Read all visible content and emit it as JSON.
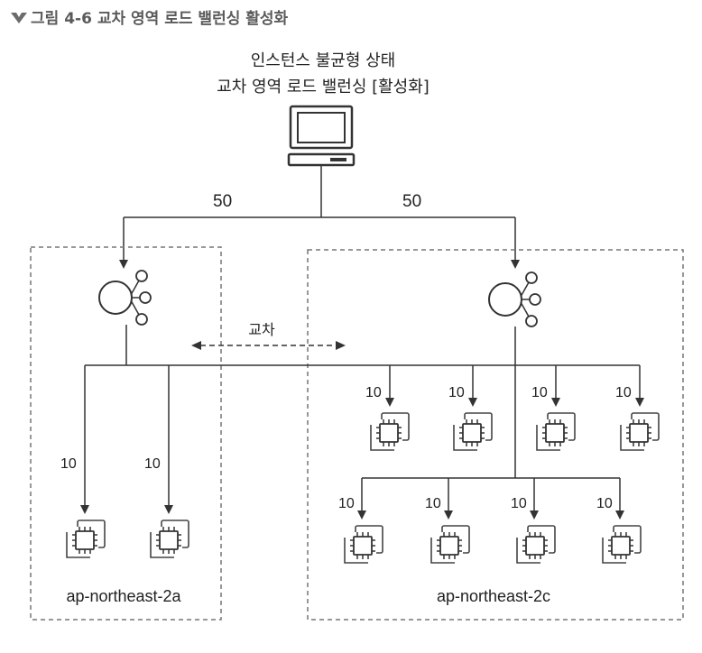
{
  "caption": {
    "marker_icon": "chevron-down-icon",
    "text": "그림 4-6 교차 영역 로드 밸런싱 활성화"
  },
  "title": {
    "line1": "인스턴스 불균형 상태",
    "line2": "교차 영역 로드 밸런싱 [활성화]"
  },
  "client": {
    "icon": "desktop-computer-icon"
  },
  "traffic_split": {
    "left": "50",
    "right": "50"
  },
  "cross_zone": {
    "label": "교차"
  },
  "zones": [
    {
      "label": "ap-northeast-2a",
      "load_balancer_icon": "load-balancer-icon",
      "instances": [
        {
          "weight": "10",
          "icon": "ec2-instance-icon"
        },
        {
          "weight": "10",
          "icon": "ec2-instance-icon"
        }
      ]
    },
    {
      "label": "ap-northeast-2c",
      "load_balancer_icon": "load-balancer-icon",
      "instances": [
        {
          "weight": "10",
          "icon": "ec2-instance-icon"
        },
        {
          "weight": "10",
          "icon": "ec2-instance-icon"
        },
        {
          "weight": "10",
          "icon": "ec2-instance-icon"
        },
        {
          "weight": "10",
          "icon": "ec2-instance-icon"
        },
        {
          "weight": "10",
          "icon": "ec2-instance-icon"
        },
        {
          "weight": "10",
          "icon": "ec2-instance-icon"
        },
        {
          "weight": "10",
          "icon": "ec2-instance-icon"
        },
        {
          "weight": "10",
          "icon": "ec2-instance-icon"
        }
      ]
    }
  ]
}
